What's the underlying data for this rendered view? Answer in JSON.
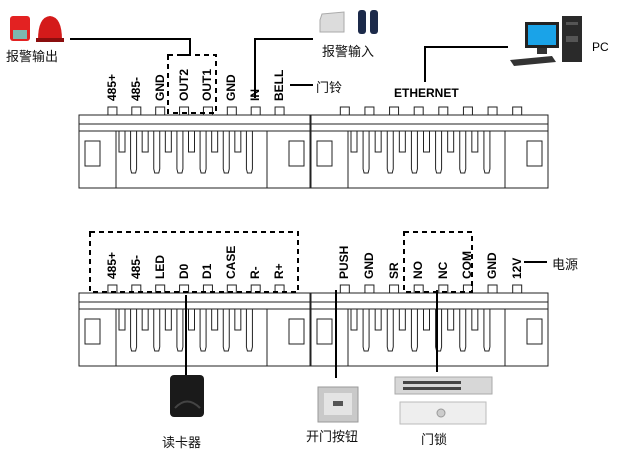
{
  "diagram": {
    "top_left_pins": [
      "485+",
      "485-",
      "GND",
      "OUT2",
      "OUT1",
      "GND",
      "IN",
      "BELL"
    ],
    "top_right_label": "ETHERNET",
    "bottom_left_pins": [
      "485+",
      "485-",
      "LED",
      "D0",
      "D1",
      "CASE",
      "R-",
      "R+"
    ],
    "bottom_right_pins": [
      "PUSH",
      "GND",
      "SR",
      "NO",
      "NC",
      "COM",
      "GND",
      "12V"
    ],
    "devices": {
      "alarm_output": "报警输出",
      "alarm_input": "报警输入",
      "doorbell": "门铃",
      "pc": "PC",
      "power": "电源",
      "card_reader": "读卡器",
      "exit_button": "开门按钮",
      "door_lock": "门锁"
    },
    "colors": {
      "line": "#000000",
      "siren_red": "#e32222",
      "pc_screen": "#1aa3e8",
      "sensor_blue": "#1c2a4a"
    }
  }
}
